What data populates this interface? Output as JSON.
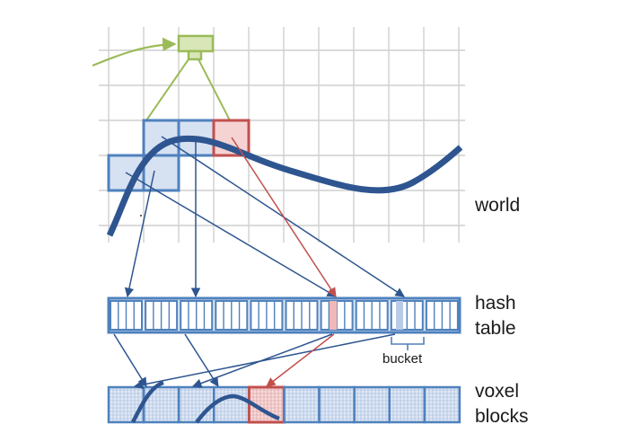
{
  "labels": {
    "world": "world",
    "hash_line1": "hash",
    "hash_line2": "table",
    "bucket": "bucket",
    "voxel_line1": "voxel",
    "voxel_line2": "blocks"
  },
  "colors": {
    "grid": "#cfcfcf",
    "blue_stroke": "#4f81bd",
    "blue_fill": "#d6e1f2",
    "dark_blue": "#2e5590",
    "red": "#c0504d",
    "red_fill": "#f5d3d3",
    "green": "#9bbb59",
    "green_fill": "#d8e6b8"
  },
  "icons": [
    "camera-icon"
  ]
}
